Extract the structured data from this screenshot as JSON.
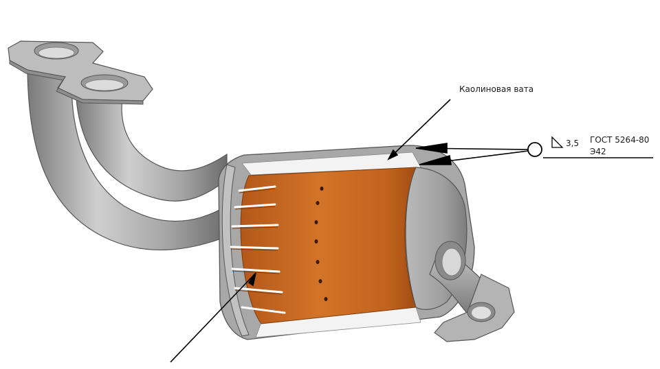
{
  "annotations": {
    "insulation_label": "Каолиновая вата",
    "weld_leg": "3,5",
    "weld_standard": "ГОСТ 5264-80",
    "weld_code": "Э42"
  },
  "colors": {
    "steel": "#a9a9a9",
    "steel_dark": "#6e6e6e",
    "steel_light": "#d6d6d6",
    "core": "#c8681c",
    "core_dark": "#9a4a10",
    "core_light": "#e39a55",
    "insulation": "#f2f2f2",
    "leader": "#000000"
  }
}
